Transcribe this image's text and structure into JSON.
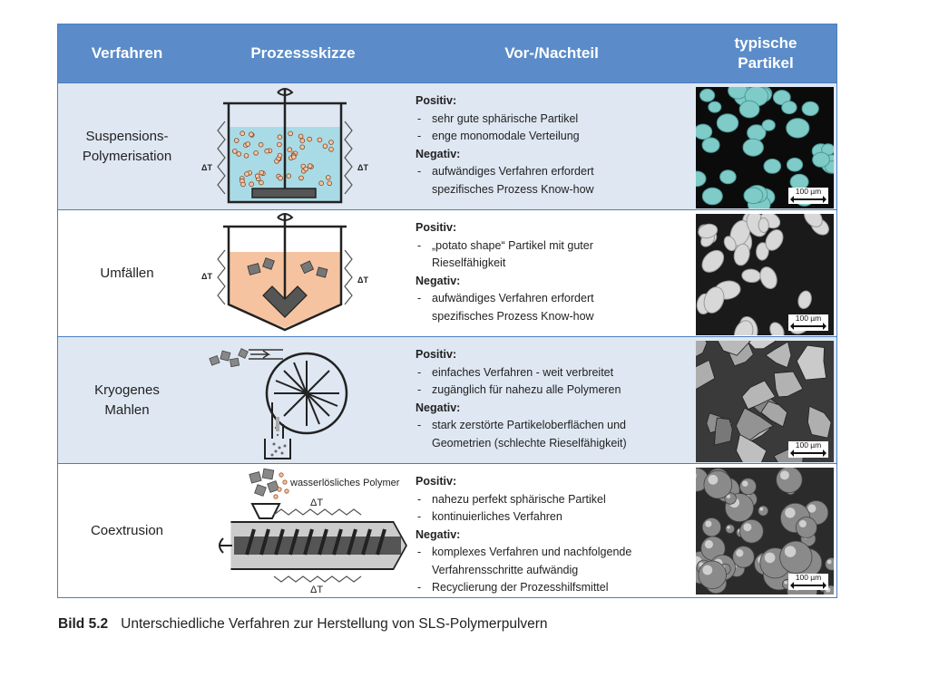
{
  "table": {
    "headers": [
      "Verfahren",
      "Prozessskizze",
      "Vor-/Nachteil",
      "typische Partikel"
    ],
    "rows": [
      {
        "name": "Suspensions-\nPolymerisation",
        "positive_heading": "Positiv:",
        "positive": [
          "sehr gute sphärische Partikel",
          "enge monomodale Verteilung"
        ],
        "negative_heading": "Negativ:",
        "negative": [
          "aufwändiges  Verfahren erfordert",
          "spezifisches Prozess Know-how"
        ],
        "scale": "100 µm",
        "sketch_labels": [
          "ΔT",
          "ΔT"
        ]
      },
      {
        "name": "Umfällen",
        "positive_heading": "Positiv:",
        "positive": [
          "„potato shape“ Partikel mit guter",
          "Rieselfähigkeit"
        ],
        "negative_heading": "Negativ:",
        "negative": [
          "aufwändiges  Verfahren erfordert",
          "spezifisches Prozess Know-how"
        ],
        "scale": "100 µm",
        "sketch_labels": [
          "ΔT",
          "ΔT"
        ]
      },
      {
        "name": "Kryogenes\nMahlen",
        "positive_heading": "Positiv:",
        "positive": [
          "einfaches Verfahren - weit verbreitet",
          "zugänglich für nahezu alle Polymeren"
        ],
        "negative_heading": "Negativ:",
        "negative": [
          "stark zerstörte Partikeloberflächen und",
          "Geometrien (schlechte Rieselfähigkeit)"
        ],
        "scale": "100 µm"
      },
      {
        "name": "Coextrusion",
        "positive_heading": "Positiv:",
        "positive": [
          "nahezu perfekt sphärische Partikel",
          "kontinuierliches Verfahren"
        ],
        "negative_heading": "Negativ:",
        "negative": [
          "komplexes Verfahren und nachfolgende",
          "Verfahrensschritte aufwändig",
          "Recyclierung der Prozesshilfsmittel"
        ],
        "scale": "100 µm",
        "sketch_labels": [
          "wasserlösliches Polymer",
          "ΔT",
          "ΔT"
        ]
      }
    ]
  },
  "caption": {
    "label": "Bild 5.2",
    "text": "Unterschiedliche Verfahren zur Herstellung von SLS-Polymerpulvern"
  },
  "colors": {
    "header_bg": "#5b8cc9",
    "shade": "#dfe7f2",
    "suspension_liquid": "#a9dbe6",
    "precipitation_liquid": "#f6c3a0"
  }
}
